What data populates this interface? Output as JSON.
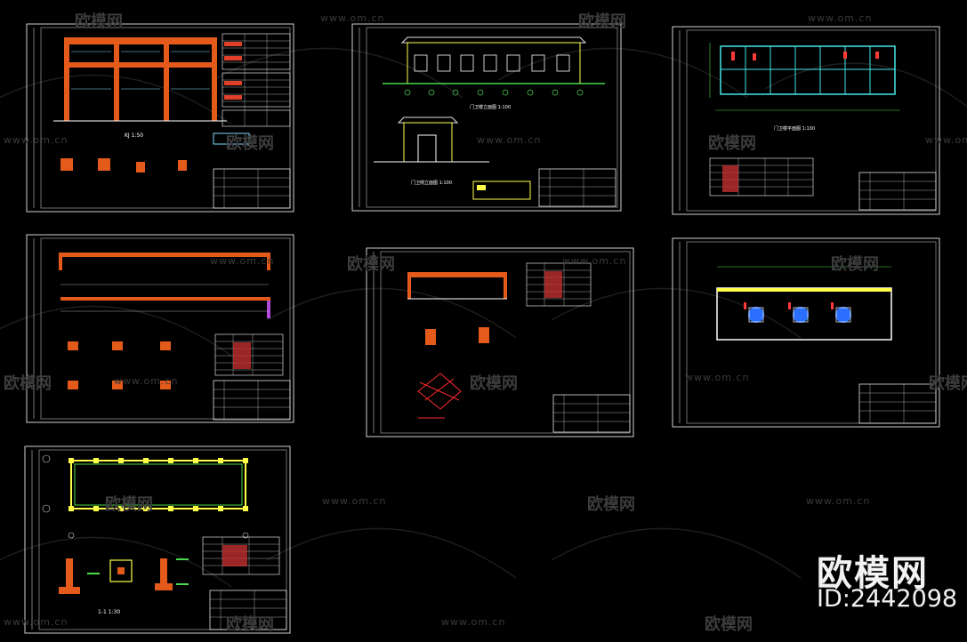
{
  "watermark": {
    "url_text": "www.om.cn",
    "brand_text": "欧模网"
  },
  "brand": {
    "logo_text": "欧模网",
    "id_text": "ID:2442098"
  },
  "sheets": [
    {
      "name": "frame-elevation-sheet",
      "labels": [
        "KJ 1:50"
      ]
    },
    {
      "name": "building-elevation-sheet",
      "labels": [
        "门卫楼立面图 1:100",
        "门卫侧立面图 1:100"
      ]
    },
    {
      "name": "floor-plan-cyan-sheet",
      "labels": [
        "门卫楼平面图 1:100"
      ]
    },
    {
      "name": "beam-layout-sheet",
      "labels": []
    },
    {
      "name": "beam-detail-sheet",
      "labels": []
    },
    {
      "name": "equipment-plan-sheet",
      "labels": []
    },
    {
      "name": "foundation-plan-sheet",
      "labels": [
        "1-1 1:30"
      ]
    }
  ]
}
